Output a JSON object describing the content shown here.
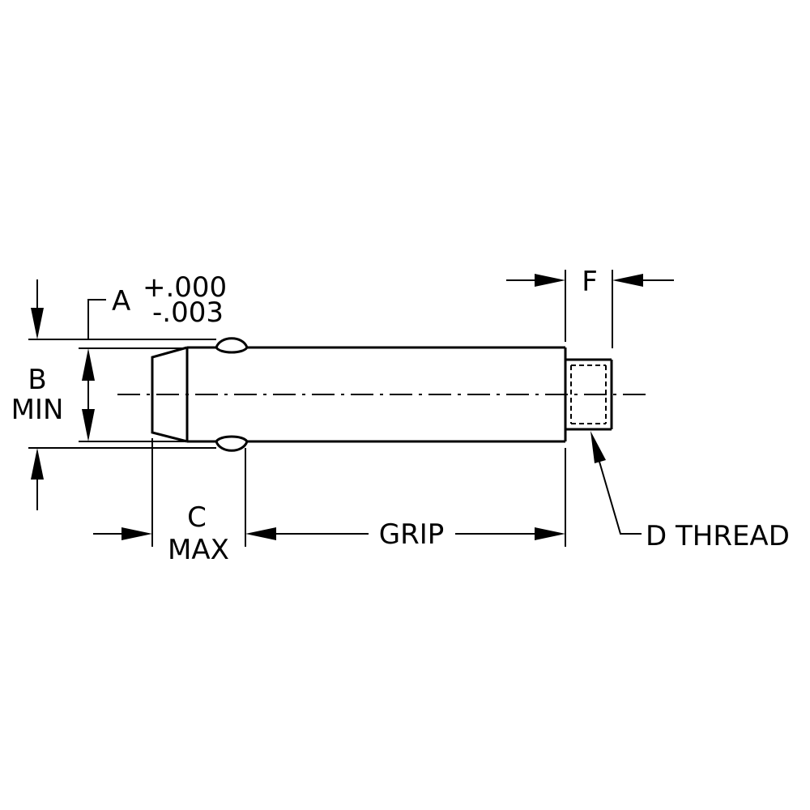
{
  "labels": {
    "a": "A",
    "a_tol_plus": "+.000",
    "a_tol_minus": "-.003",
    "b": "B",
    "b_sub": "MIN",
    "c": "C",
    "c_sub": "MAX",
    "grip": "GRIP",
    "d_thread": "D THREAD",
    "f": "F"
  },
  "colors": {
    "line": "#000000",
    "background": "#ffffff"
  }
}
